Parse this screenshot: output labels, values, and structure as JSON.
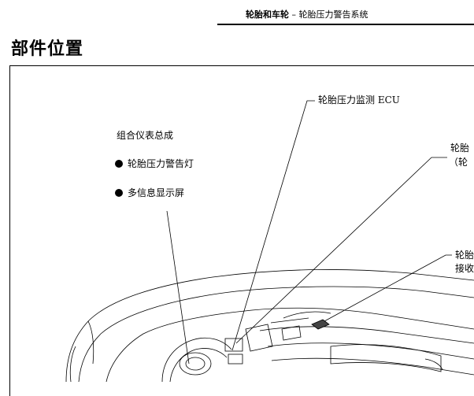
{
  "header": {
    "chapter": "轮胎和车轮",
    "separator": "–",
    "section": "轮胎压力警告系统"
  },
  "page_title": "部件位置",
  "labels": {
    "ecu": "轮胎压力监测 ECU",
    "combination_meter": "组合仪表总成",
    "warning_light": "轮胎压力警告灯",
    "multi_display": "多信息显示屏",
    "right_label_1a": "轮胎",
    "right_label_1b": "（轮",
    "right_label_2a": "轮胎",
    "right_label_2b": "接收"
  }
}
